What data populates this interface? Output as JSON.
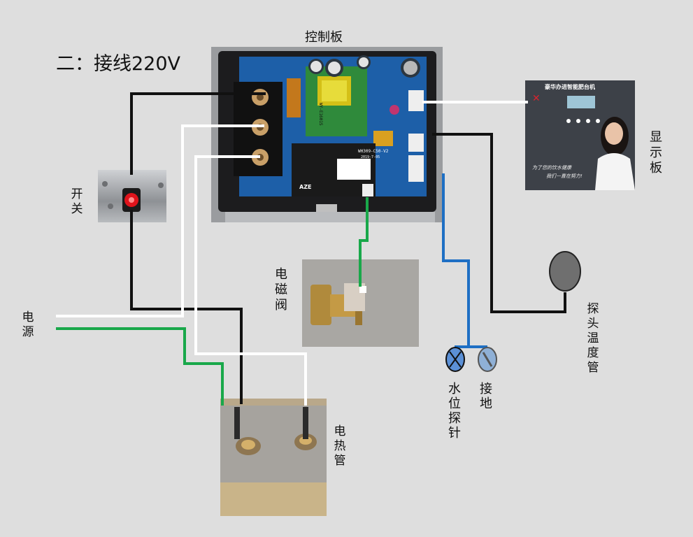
{
  "title": "二：接线220V",
  "labels": {
    "control_board": "控制板",
    "display_board": "显示板",
    "switch": "开关",
    "power": "电源",
    "solenoid_valve": "电磁阀",
    "heating_tube": "电热管",
    "water_level_probe": "水位探针",
    "ground": "接地",
    "temp_probe": "探头温度管"
  },
  "display_panel": {
    "header": "豪华办进智能肥台机",
    "slogan_line1": "为了您的饮水健康",
    "slogan_line2": "我们一直在努力!"
  },
  "pcb": {
    "model": "WH309-C50-V2",
    "date": "2019-7-05",
    "relay": "AZE",
    "transformer": "WY-E1601S"
  },
  "colors": {
    "background": "#dedede",
    "wire_black": "#111111",
    "wire_white": "#ffffff",
    "wire_green": "#19a84a",
    "wire_blue": "#1e6fc4",
    "pcb_blue": "#1d5fa8",
    "panel_dark": "#3d4148",
    "switch_red": "#e0141c"
  },
  "icons": [
    "water-probe-icon",
    "ground-icon",
    "temperature-probe-icon"
  ]
}
